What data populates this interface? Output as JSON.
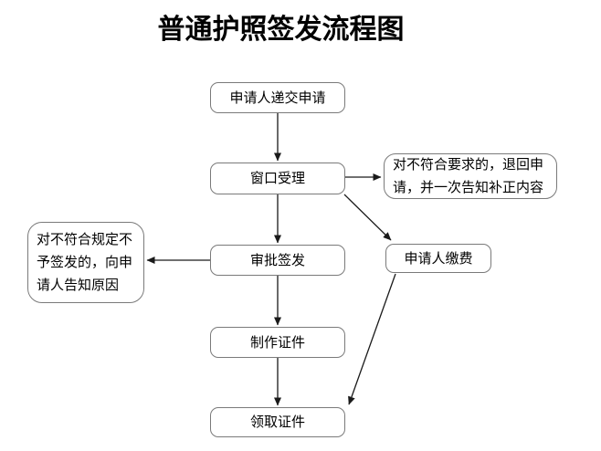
{
  "title": "普通护照签发流程图",
  "nodes": {
    "submit": {
      "label": "申请人递交申请"
    },
    "window": {
      "label": "窗口受理"
    },
    "return_notice": {
      "label": "对不符合要求的，退回申请，并一次告知补正内容"
    },
    "pay": {
      "label": "申请人缴费"
    },
    "approve": {
      "label": "审批签发"
    },
    "reject_notice": {
      "label": "对不符合规定不予签发的，向申请人告知原因"
    },
    "produce": {
      "label": "制作证件"
    },
    "collect": {
      "label": "领取证件"
    }
  },
  "edges": [
    {
      "from": "submit",
      "to": "window"
    },
    {
      "from": "window",
      "to": "return_notice"
    },
    {
      "from": "window",
      "to": "approve"
    },
    {
      "from": "window",
      "to": "pay"
    },
    {
      "from": "approve",
      "to": "reject_notice"
    },
    {
      "from": "approve",
      "to": "produce"
    },
    {
      "from": "produce",
      "to": "collect"
    },
    {
      "from": "pay",
      "to": "collect"
    }
  ],
  "colors": {
    "background": "#ffffff",
    "box_border": "#7a7a7a",
    "text": "#000000",
    "arrow": "#1a1a1a"
  }
}
